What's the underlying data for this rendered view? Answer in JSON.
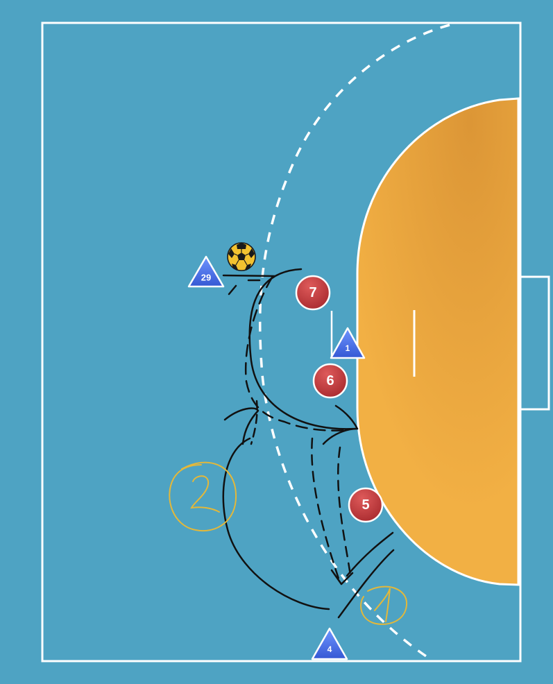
{
  "colors": {
    "court": "#4ea3c3",
    "line": "#ffffff",
    "goal_area": "#f2b044",
    "attacker": "#4c74e8",
    "defender": "#c0393c",
    "movement": "#111111",
    "annotation": "#e3b83a",
    "ball": "#f2c230"
  },
  "attackers": [
    {
      "id": "attacker-29",
      "label": "29"
    },
    {
      "id": "attacker-1",
      "label": "1"
    },
    {
      "id": "attacker-4",
      "label": "4"
    }
  ],
  "defenders": [
    {
      "id": "defender-7",
      "label": "7"
    },
    {
      "id": "defender-6",
      "label": "6"
    },
    {
      "id": "defender-5",
      "label": "5"
    }
  ],
  "annotations": [
    {
      "id": "step-1",
      "label": "1"
    },
    {
      "id": "step-2",
      "label": "2"
    }
  ],
  "ball": {
    "icon": "handball-icon"
  }
}
